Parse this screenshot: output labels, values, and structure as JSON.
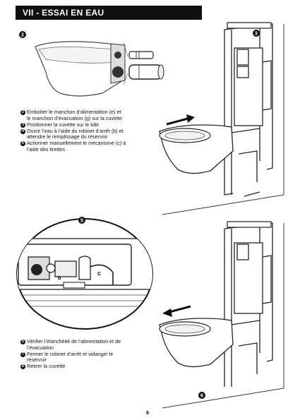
{
  "header": {
    "title": "VII - ESSAI EN EAU"
  },
  "figures": {
    "bowl_detail": {
      "badge": "2"
    },
    "frame_top": {
      "badge": "3"
    },
    "zoom_detail": {
      "badge": "5",
      "label_b": "b",
      "label_c": "C"
    },
    "frame_bottom": {
      "badge": "6"
    }
  },
  "steps_top": [
    {
      "num": "2",
      "text": "Emboîter le manchon d’alimentation (e) et le manchon d’évacuation (g) sur la cuvette"
    },
    {
      "num": "3",
      "text": "Positionner la cuvette sur le bâti"
    },
    {
      "num": "4",
      "text": "Ouvrir l’eau à l’aide du robinet d’arrêt (b) et attendre le remplissage du réservoir"
    },
    {
      "num": "5",
      "text": "Actionner manuellement le mécanisme (c) à l’aide des tirettes"
    }
  ],
  "steps_bottom": [
    {
      "num": "6",
      "text": "Vérifier l’étanchéité de l’alimentation et de l’évacuation"
    },
    {
      "num": "7",
      "text": "Fermer le robinet d’arrêt et vidanger le réservoir"
    },
    {
      "num": "8",
      "text": "Retirer la cuvette"
    }
  ],
  "footer": {
    "page_number": "8"
  }
}
